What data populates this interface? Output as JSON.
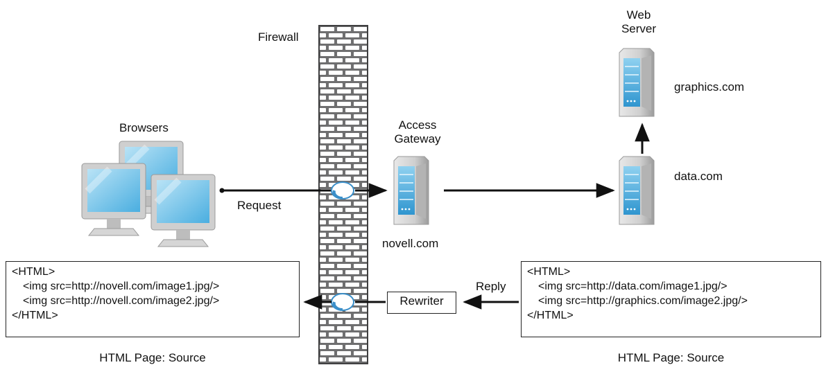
{
  "labels": {
    "firewall": "Firewall",
    "browsers": "Browsers",
    "request": "Request",
    "reply": "Reply",
    "rewriter": "Rewriter",
    "access_gateway": [
      "Access",
      "Gateway"
    ],
    "novell": "novell.com",
    "web_server": [
      "Web",
      "Server"
    ],
    "graphics": "graphics.com",
    "data": "data.com"
  },
  "left_box": {
    "lines": [
      "<HTML>",
      "<img src=http://novell.com/image1.jpg/>",
      "<img src=http://novell.com/image2.jpg/>",
      "</HTML>"
    ],
    "caption": "HTML Page: Source"
  },
  "right_box": {
    "lines": [
      "<HTML>",
      "<img src=http://data.com/image1.jpg/>",
      "<img src=http://graphics.com/image2.jpg/>",
      "</HTML>"
    ],
    "caption": "HTML Page: Source"
  },
  "colors": {
    "brick": "#6f6f70",
    "server_blue": "#3aa3d8",
    "monitor_blue": "#6cc0ea",
    "arrow": "#111111"
  }
}
